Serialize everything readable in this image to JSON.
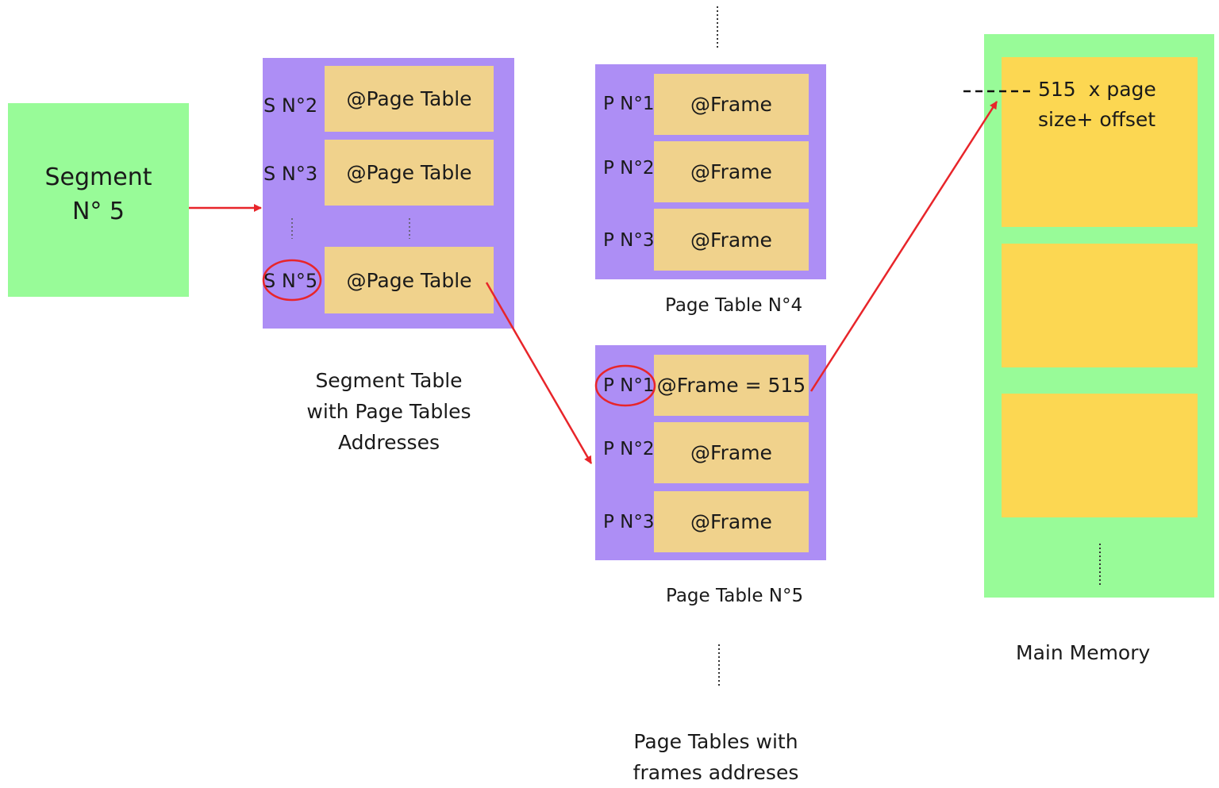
{
  "segment_box": {
    "line1": "Segment",
    "line2": "N° 5"
  },
  "segment_table": {
    "rows": [
      {
        "label": "S N°2",
        "value": "@Page Table"
      },
      {
        "label": "S N°3",
        "value": "@Page Table"
      },
      {
        "label": "S N°5",
        "value": "@Page Table"
      }
    ],
    "caption_lines": [
      "Segment Table",
      "with Page Tables",
      "Addresses"
    ]
  },
  "page_table_4": {
    "rows": [
      {
        "label": "P N°1",
        "value": "@Frame"
      },
      {
        "label": "P N°2",
        "value": "@Frame"
      },
      {
        "label": "P N°3",
        "value": "@Frame"
      }
    ],
    "caption": "Page Table N°4"
  },
  "page_table_5": {
    "rows": [
      {
        "label": "P N°1",
        "value": "@Frame = 515"
      },
      {
        "label": "P N°2",
        "value": "@Frame"
      },
      {
        "label": "P N°3",
        "value": "@Frame"
      }
    ],
    "caption": "Page Table N°5"
  },
  "page_tables_caption_lines": [
    "Page Tables with",
    "frames addreses"
  ],
  "main_memory": {
    "address_line1": "515  x page",
    "address_line2": "size+ offset",
    "caption": "Main Memory"
  },
  "colors": {
    "green": "#98fb98",
    "purple": "#ad8ef5",
    "tan": "#f0d28c",
    "yellow": "#fcd752",
    "arrow": "#e8252a"
  }
}
